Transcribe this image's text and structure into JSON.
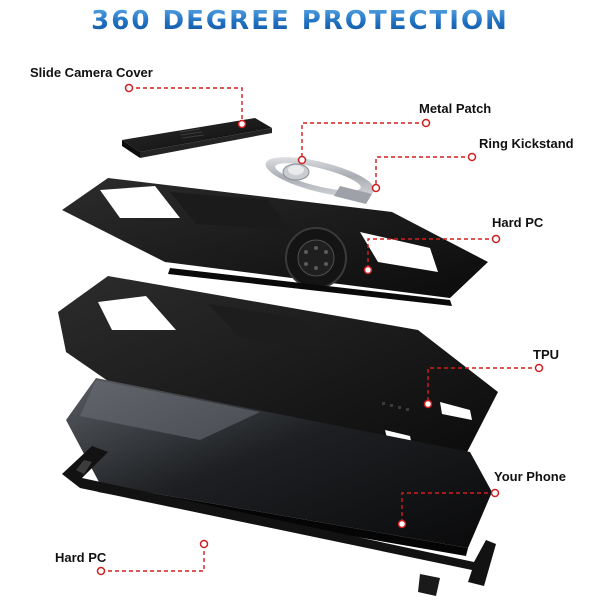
{
  "headline": "360 DEGREE PROTECTION",
  "labels": {
    "slide_camera_cover": "Slide Camera Cover",
    "metal_patch": "Metal Patch",
    "ring_kickstand": "Ring Kickstand",
    "hard_pc_top": "Hard PC",
    "tpu": "TPU",
    "your_phone": "Your Phone",
    "hard_pc_bottom": "Hard PC"
  },
  "colors": {
    "headline_blue": "#1f6fc0",
    "leader_red": "#d11f1f",
    "case_black": "#151515",
    "ring_silver": "#bfc3c8"
  }
}
